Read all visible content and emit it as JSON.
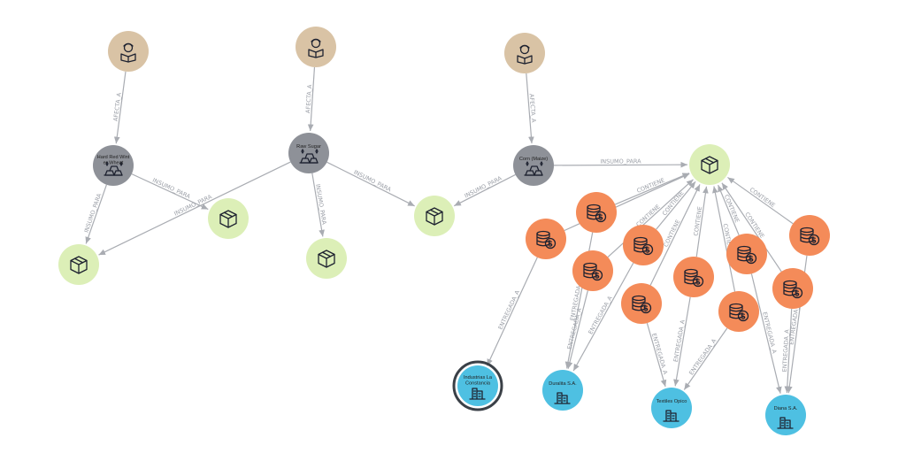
{
  "graph": {
    "colors": {
      "person": "#d9c3a5",
      "commodity": "#8e9198",
      "product": "#dcefb7",
      "account": "#f48b59",
      "company": "#4ec0e2",
      "edge": "#a9acb2",
      "edge_label": "#9a9ea6"
    },
    "nodes": [
      {
        "id": "p1",
        "kind": "person",
        "icon": "reader-icon",
        "label": ""
      },
      {
        "id": "p2",
        "kind": "person",
        "icon": "reader-icon",
        "label": ""
      },
      {
        "id": "p3",
        "kind": "person",
        "icon": "reader-icon",
        "label": ""
      },
      {
        "id": "c1",
        "kind": "commodity",
        "icon": "gold-bars-icon",
        "label": "Hard Red Wint er Wheat"
      },
      {
        "id": "c2",
        "kind": "commodity",
        "icon": "gold-bars-icon",
        "label": "Raw Sugar"
      },
      {
        "id": "c3",
        "kind": "commodity",
        "icon": "gold-bars-icon",
        "label": "Corn (Maize)"
      },
      {
        "id": "g1",
        "kind": "product",
        "icon": "box-icon",
        "label": ""
      },
      {
        "id": "g2",
        "kind": "product",
        "icon": "box-icon",
        "label": ""
      },
      {
        "id": "g3",
        "kind": "product",
        "icon": "box-icon",
        "label": ""
      },
      {
        "id": "g4",
        "kind": "product",
        "icon": "box-icon",
        "label": ""
      },
      {
        "id": "g5",
        "kind": "product",
        "icon": "box-icon",
        "label": ""
      },
      {
        "id": "a1",
        "kind": "account",
        "icon": "coins-icon",
        "label": ""
      },
      {
        "id": "a2",
        "kind": "account",
        "icon": "coins-icon",
        "label": ""
      },
      {
        "id": "a3",
        "kind": "account",
        "icon": "coins-icon",
        "label": ""
      },
      {
        "id": "a4",
        "kind": "account",
        "icon": "coins-icon",
        "label": ""
      },
      {
        "id": "a5",
        "kind": "account",
        "icon": "coins-icon",
        "label": ""
      },
      {
        "id": "a6",
        "kind": "account",
        "icon": "coins-icon",
        "label": ""
      },
      {
        "id": "a7",
        "kind": "account",
        "icon": "coins-icon",
        "label": ""
      },
      {
        "id": "a8",
        "kind": "account",
        "icon": "coins-icon",
        "label": ""
      },
      {
        "id": "a9",
        "kind": "account",
        "icon": "coins-icon",
        "label": ""
      },
      {
        "id": "a10",
        "kind": "account",
        "icon": "coins-icon",
        "label": ""
      },
      {
        "id": "k1",
        "kind": "company",
        "icon": "buildings-icon",
        "label": "Industrias La Constancia",
        "selected": true
      },
      {
        "id": "k2",
        "kind": "company",
        "icon": "buildings-icon",
        "label": "Duralita S.A."
      },
      {
        "id": "k3",
        "kind": "company",
        "icon": "buildings-icon",
        "label": "Textiles Opico"
      },
      {
        "id": "k4",
        "kind": "company",
        "icon": "buildings-icon",
        "label": "Diana S.A."
      }
    ],
    "edges": [
      {
        "from": "p1",
        "to": "c1",
        "label": "AFECTA_A"
      },
      {
        "from": "p2",
        "to": "c2",
        "label": "AFECTA_A"
      },
      {
        "from": "p3",
        "to": "c3",
        "label": "AFECTA_A"
      },
      {
        "from": "c1",
        "to": "g1",
        "label": "INSUMO_PARA"
      },
      {
        "from": "c1",
        "to": "g2",
        "label": "INSUMO_PARA"
      },
      {
        "from": "c2",
        "to": "g2",
        "label": "INSUMO_PARA"
      },
      {
        "from": "c2",
        "to": "g3",
        "label": "INSUMO_PARA"
      },
      {
        "from": "c2",
        "to": "g4",
        "label": "INSUMO_PARA"
      },
      {
        "from": "c3",
        "to": "g4",
        "label": "INSUMO_PARA"
      },
      {
        "from": "c3",
        "to": "g5",
        "label": "INSUMO_PARA"
      },
      {
        "from": "a1",
        "to": "g5",
        "label": ""
      },
      {
        "from": "a2",
        "to": "g5",
        "label": "CONTIENE"
      },
      {
        "from": "a3",
        "to": "g5",
        "label": "CONTIENE"
      },
      {
        "from": "a4",
        "to": "g5",
        "label": "CONTIENE"
      },
      {
        "from": "a5",
        "to": "g5",
        "label": "CONTIENE"
      },
      {
        "from": "a6",
        "to": "g5",
        "label": "CONTIENE"
      },
      {
        "from": "a7",
        "to": "g5",
        "label": "CONTIENE"
      },
      {
        "from": "a8",
        "to": "g5",
        "label": "CONTIENE"
      },
      {
        "from": "a9",
        "to": "g5",
        "label": "CONTIENE"
      },
      {
        "from": "a10",
        "to": "g5",
        "label": "CONTIENE"
      },
      {
        "from": "a1",
        "to": "k1",
        "label": "ENTREGADA_A"
      },
      {
        "from": "a2",
        "to": "k2",
        "label": "ENTREGADA_A"
      },
      {
        "from": "a3",
        "to": "k2",
        "label": "ENTREGADA_A"
      },
      {
        "from": "a4",
        "to": "k2",
        "label": "ENTREGADA_A"
      },
      {
        "from": "a5",
        "to": "k3",
        "label": "ENTREGADA_A"
      },
      {
        "from": "a6",
        "to": "k3",
        "label": "ENTREGADA_A"
      },
      {
        "from": "a7",
        "to": "k3",
        "label": "ENTREGADA_A"
      },
      {
        "from": "a8",
        "to": "k4",
        "label": "ENTREGADA_A"
      },
      {
        "from": "a9",
        "to": "k4",
        "label": "ENTREGADA_A"
      },
      {
        "from": "a10",
        "to": "k4",
        "label": "ENTREGADA_A"
      }
    ]
  }
}
